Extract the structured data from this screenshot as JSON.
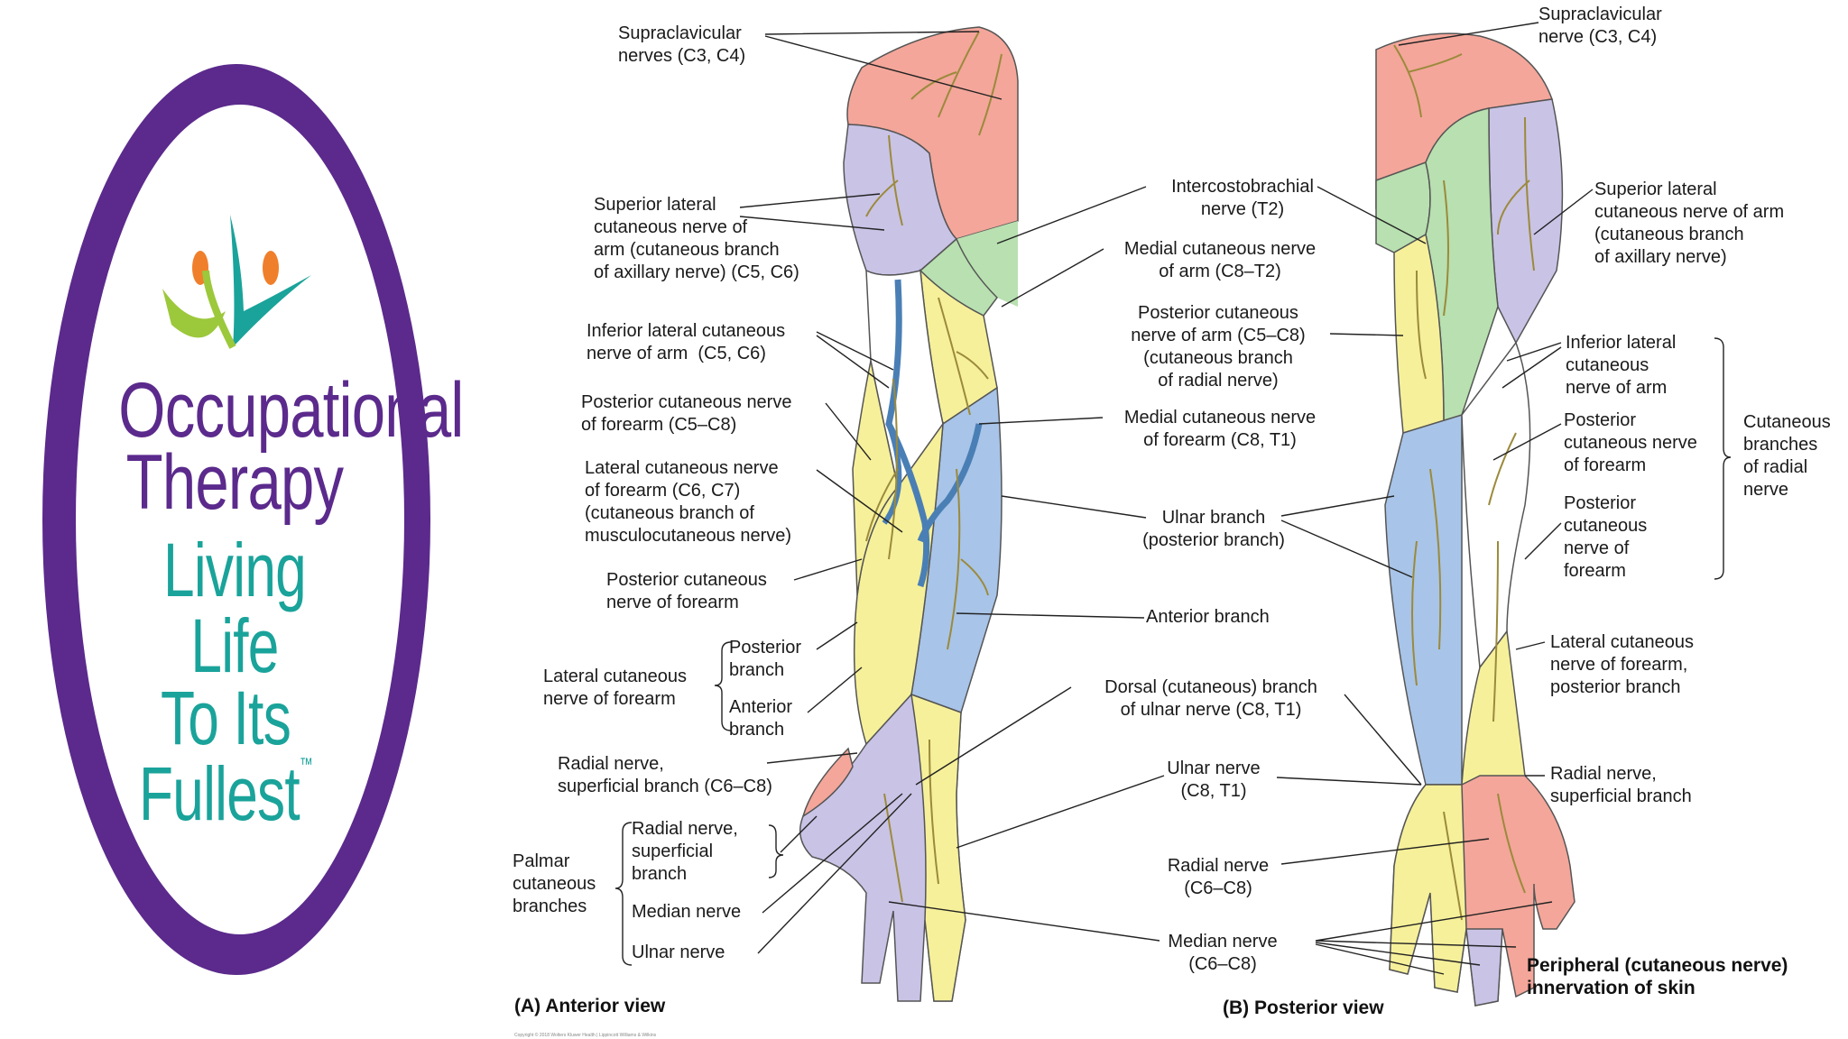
{
  "logo": {
    "line1": "Occupational",
    "line2": "Therapy",
    "line3": "Living Life",
    "line4": "To Its Fullest",
    "tm": "™",
    "colors": {
      "ring": "#5b2a8c",
      "primary_text": "#5b2a8c",
      "secondary_text": "#1aa39a",
      "figure_orange": "#f07f2b",
      "figure_green": "#9cc83b",
      "figure_teal": "#1aa39a"
    }
  },
  "regions": {
    "colors": {
      "supraclavicular": "#f4a69a",
      "axillary": "#c9c3e6",
      "intercostobrachial": "#b8e0b0",
      "medial": "#f6f09a",
      "ulnar": "#a8c4e8",
      "radial": "#f4a69a",
      "median": "#c9c3e6"
    }
  },
  "anterior": {
    "labels": [
      "Supraclavicular\nnerves (C3, C4)",
      "Superior lateral\ncutaneous nerve of\narm (cutaneous branch\nof axillary nerve) (C5, C6)",
      "Inferior lateral cutaneous\nnerve of arm  (C5, C6)",
      "Posterior cutaneous nerve\nof forearm (C5–C8)",
      "Lateral cutaneous nerve\nof forearm (C6, C7)\n(cutaneous branch of\nmusculocutaneous nerve)",
      "Posterior cutaneous\nnerve of forearm",
      "Lateral cutaneous\nnerve of forearm",
      "Posterior\nbranch",
      "Anterior\nbranch",
      "Radial nerve,\nsuperficial branch (C6–C8)",
      "Palmar\ncutaneous\nbranches",
      "Radial nerve,\nsuperficial\nbranch",
      "Median nerve",
      "Ulnar nerve"
    ],
    "caption": "(A) Anterior view"
  },
  "center": {
    "labels": [
      "Intercostobrachial\nnerve (T2)",
      "Medial cutaneous nerve\nof arm (C8–T2)",
      "Posterior cutaneous\nnerve of arm (C5–C8)\n(cutaneous branch\nof radial nerve)",
      "Medial cutaneous nerve\nof forearm (C8, T1)",
      "Ulnar branch\n(posterior branch)",
      "Anterior branch",
      "Dorsal (cutaneous) branch\nof ulnar nerve (C8, T1)",
      "Ulnar nerve\n(C8, T1)",
      "Radial nerve\n(C6–C8)",
      "Median nerve\n(C6–C8)"
    ]
  },
  "posterior": {
    "labels": [
      "Supraclavicular\nnerve (C3, C4)",
      "Superior lateral\ncutaneous nerve of arm\n(cutaneous branch\nof axillary nerve)",
      "Inferior lateral\ncutaneous\nnerve of arm",
      "Posterior\ncutaneous nerve\nof forearm",
      "Posterior\ncutaneous\nnerve of\nforearm",
      "Cutaneous\nbranches\nof radial\nnerve",
      "Lateral cutaneous\nnerve of forearm,\nposterior branch",
      "Radial nerve,\nsuperficial branch"
    ],
    "caption": "(B) Posterior view",
    "title": "Peripheral (cutaneous nerve)\ninnervation of skin"
  },
  "copyright": "Copyright © 2018 Wolters Kluwer Health | Lippincott Williams & Wilkins"
}
